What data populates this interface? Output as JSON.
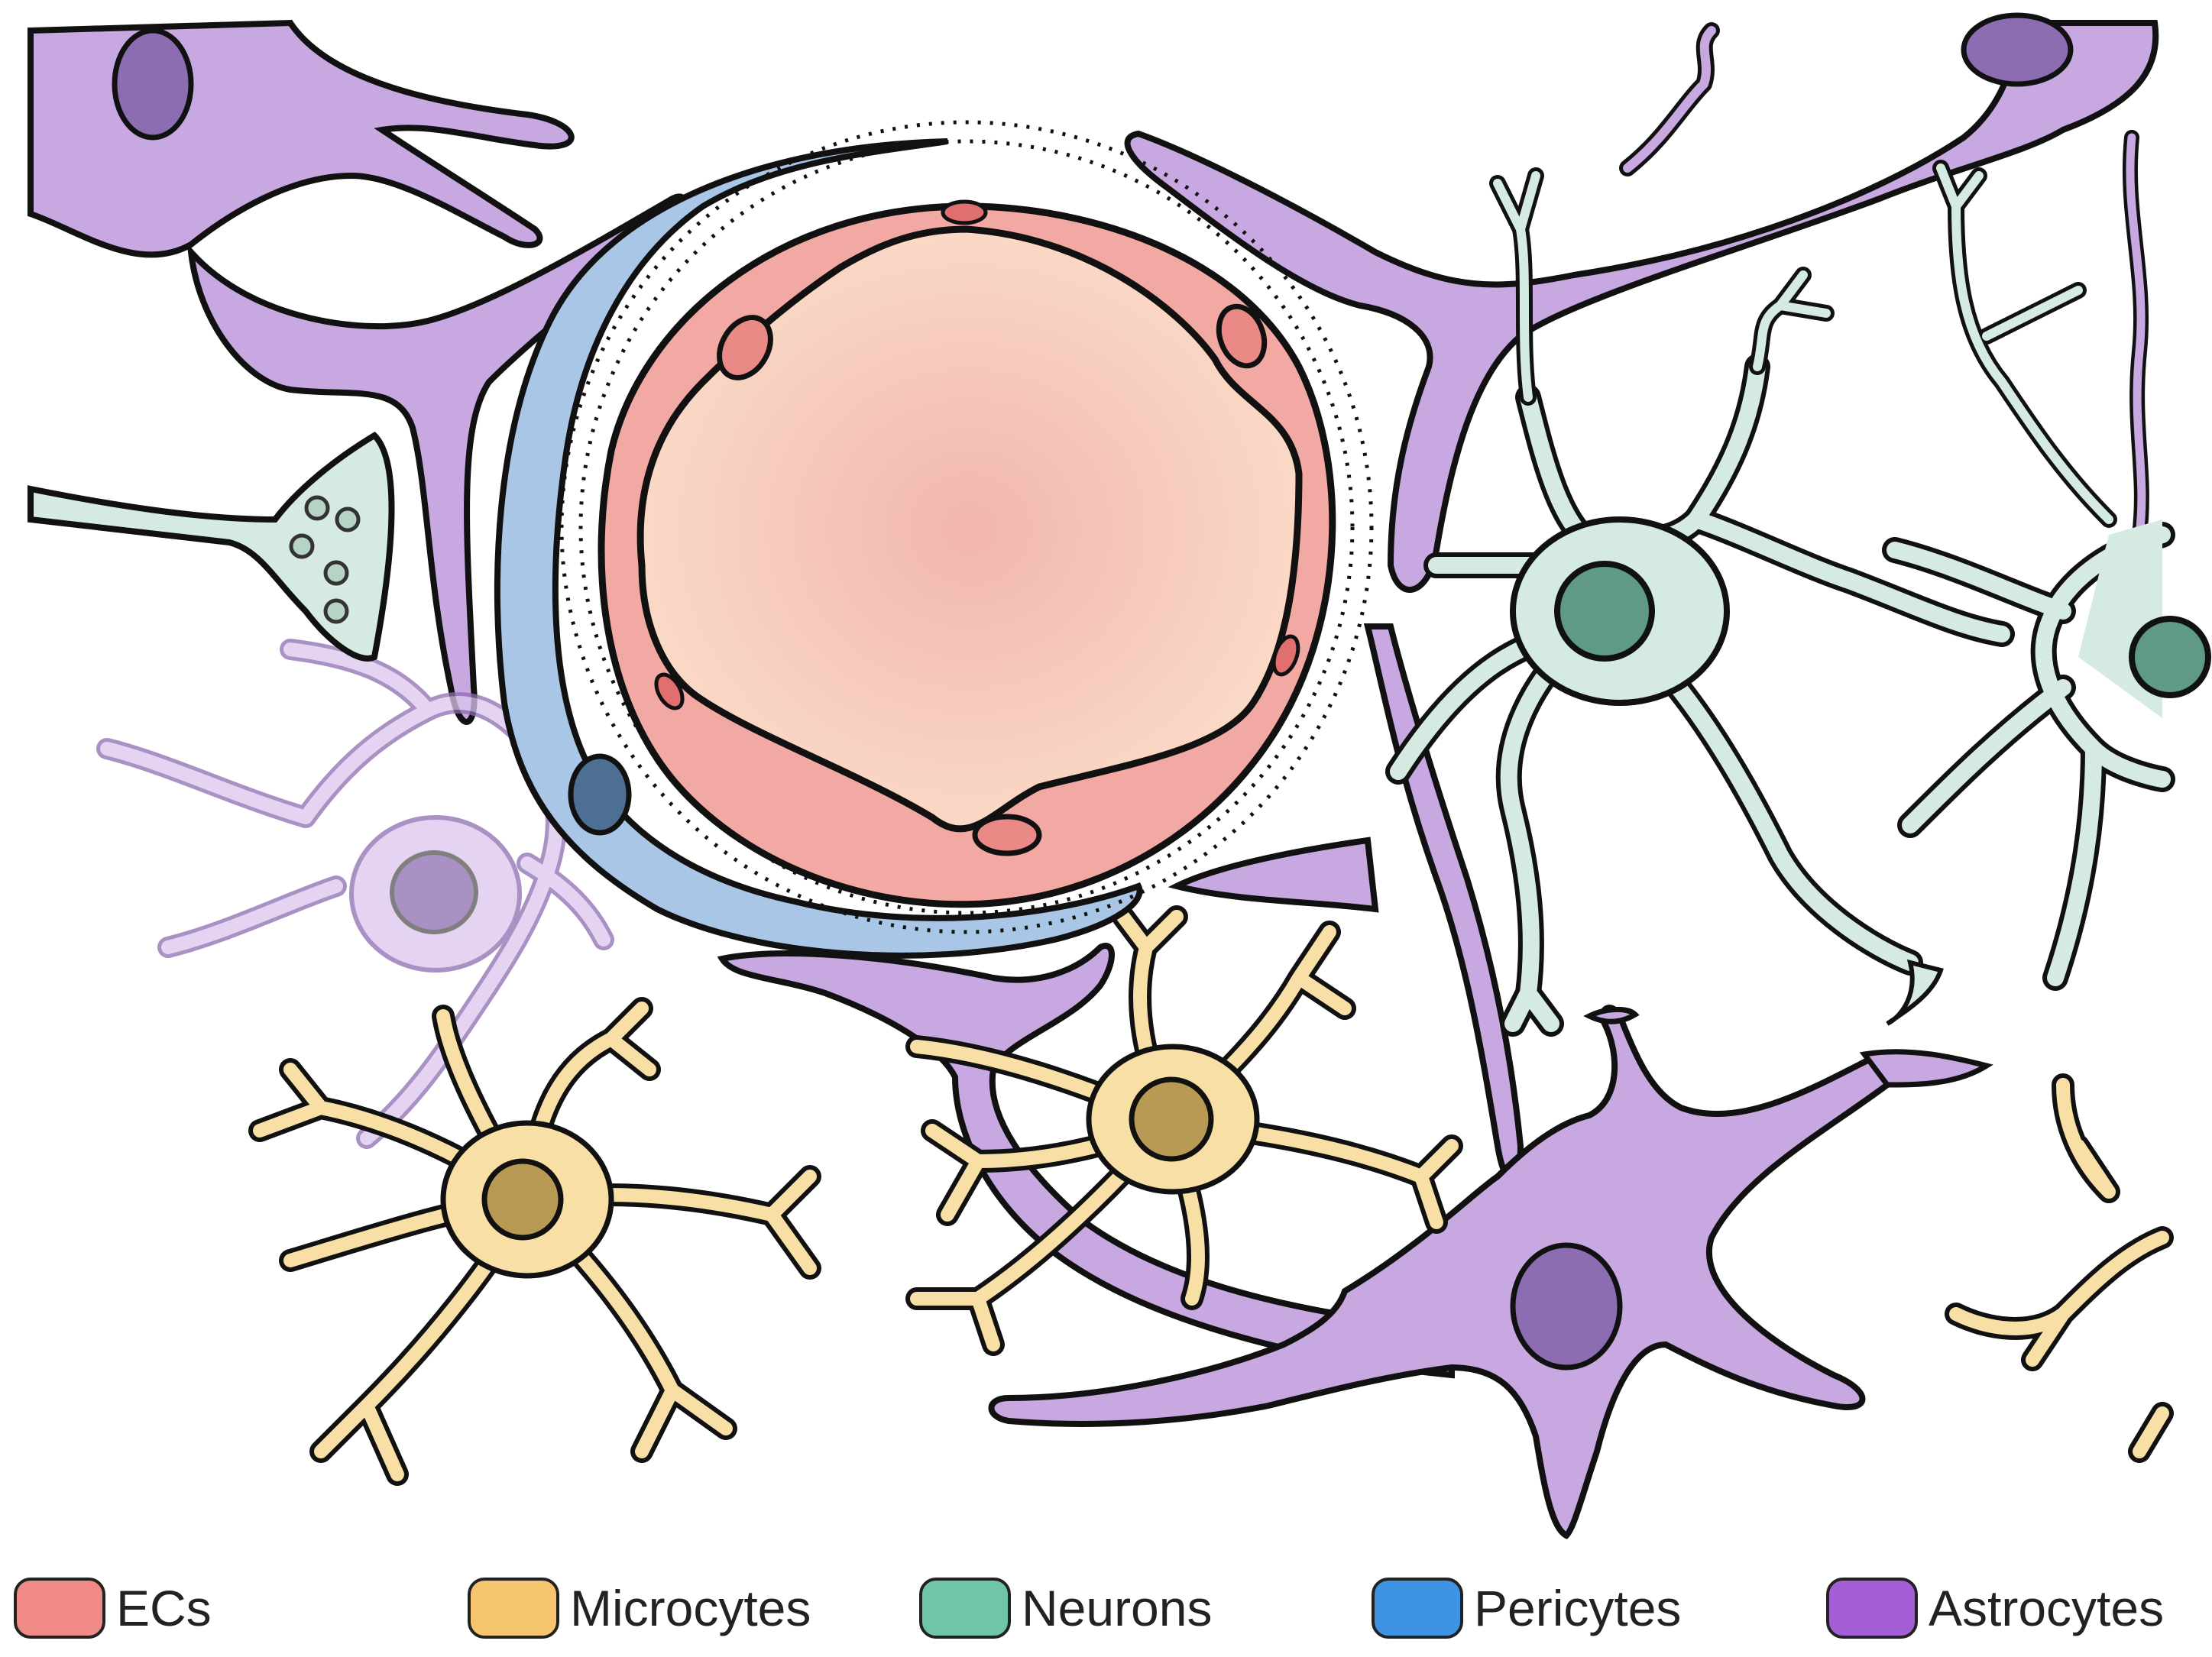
{
  "legend": {
    "items": [
      {
        "label": "ECs",
        "color": "#f08a86"
      },
      {
        "label": "Microcytes",
        "color": "#f5c56f"
      },
      {
        "label": "Neurons",
        "color": "#6fc6a6"
      },
      {
        "label": "Pericytes",
        "color": "#3f93e3"
      },
      {
        "label": "Astrocytes",
        "color": "#a55fd6"
      }
    ]
  },
  "colors": {
    "endothelial_fill": "#f2a9a4",
    "lumen_fill": "#f8cfc0",
    "astrocyte_fill": "#c7a8e0",
    "astrocyte_nucleus": "#8d6db1",
    "microglia_fill": "#f7dfa6",
    "microglia_nucleus": "#b99a55",
    "neuron_fill": "#d5ebe1",
    "neuron_nucleus": "#5f9a84",
    "pericyte_fill": "#a9c6e6",
    "pericyte_nucleus": "#4e6f94",
    "outline": "#111111"
  },
  "icons": {
    "vessel": "blood-vessel-cross-section",
    "cells": [
      "astrocyte",
      "microglia",
      "neuron",
      "pericyte",
      "endothelial-cell"
    ]
  }
}
